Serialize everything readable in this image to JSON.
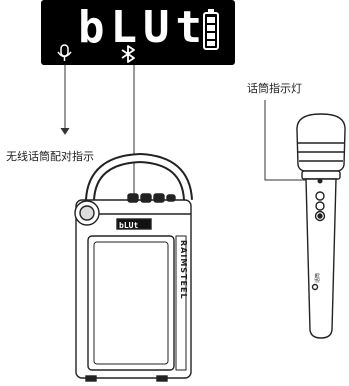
{
  "display": {
    "text": "bLUt"
  },
  "callouts": {
    "wireless_mic_pairing": "无线话筒配对指示",
    "mic_indicator_light": "话筒指示灯"
  },
  "speaker_lcd": {
    "text": "bLUt"
  },
  "side_brand": {
    "text": "RAIMSTEEL"
  },
  "mic_label": {
    "text": "话筒"
  },
  "colors": {
    "display_bg": "#000000",
    "display_fg": "#ffffff",
    "line": "#333333"
  },
  "icons": [
    "mic-icon",
    "bluetooth-icon",
    "battery-icon"
  ]
}
